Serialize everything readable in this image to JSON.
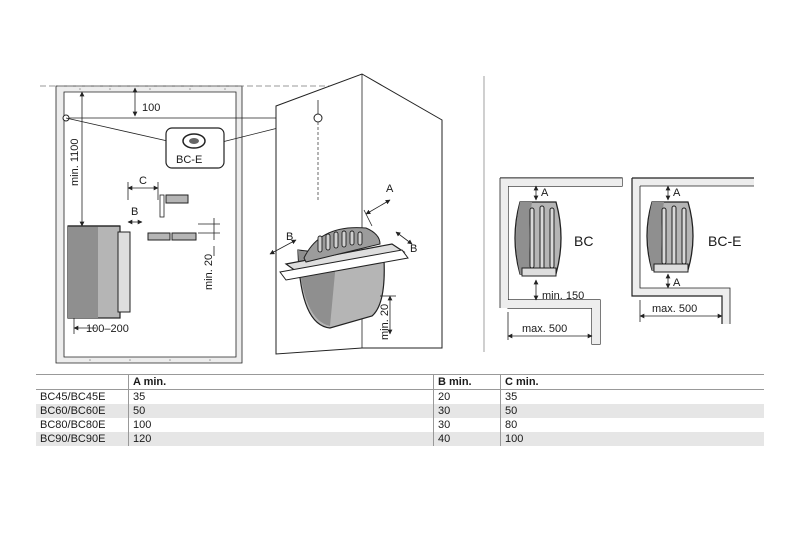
{
  "diagram": {
    "left": {
      "dim_100": "100",
      "dim_1100": "min. 1100",
      "control_label": "BC-E",
      "label_c": "C",
      "label_b": "B",
      "dim_20": "min. 20",
      "dim_100_200": "100–200"
    },
    "middle": {
      "label_a": "A",
      "label_b_left": "B",
      "label_b_right": "B",
      "dim_20": "min. 20"
    },
    "right_bc": {
      "model": "BC",
      "label_a": "A",
      "dim_150": "min. 150",
      "dim_500": "max. 500"
    },
    "right_bce": {
      "model": "BC-E",
      "label_a_top": "A",
      "label_a_bottom": "A",
      "dim_500": "max. 500"
    }
  },
  "table": {
    "headers": [
      "",
      "A min.",
      "B min.",
      "C min."
    ],
    "rows": [
      [
        "BC45/BC45E",
        "35",
        "20",
        "35"
      ],
      [
        "BC60/BC60E",
        "50",
        "30",
        "50"
      ],
      [
        "BC80/BC80E",
        "100",
        "30",
        "80"
      ],
      [
        "BC90/BC90E",
        "120",
        "40",
        "100"
      ]
    ]
  }
}
